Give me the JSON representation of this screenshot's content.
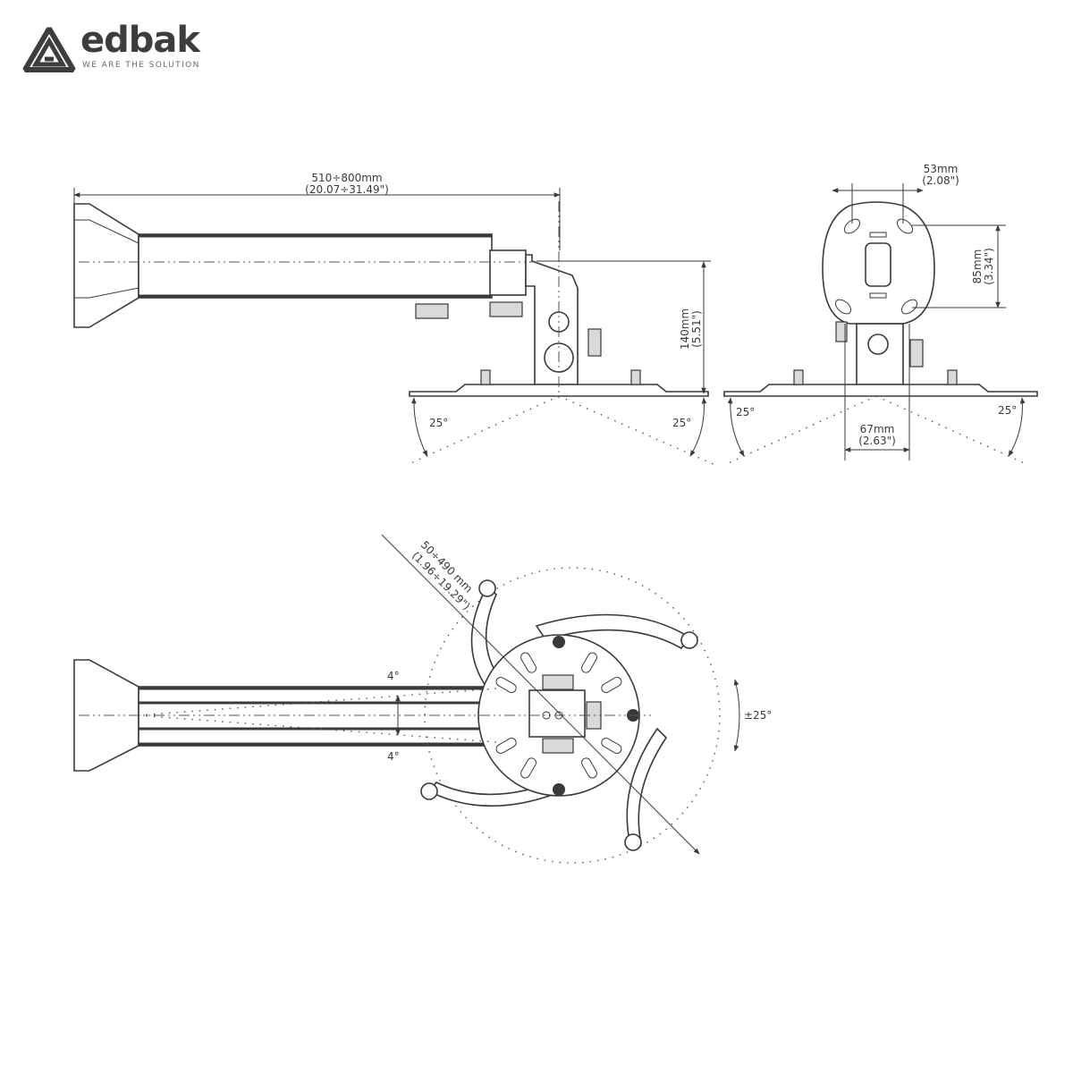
{
  "brand": {
    "name": "edbak",
    "tagline": "WE ARE THE SOLUTION",
    "color": "#3d3d3f"
  },
  "side_view": {
    "arm_length_mm": "510÷800mm",
    "arm_length_in": "(20.07÷31.49\")",
    "height_mm": "140mm",
    "height_in": "(5.51\")",
    "tilt_left": "25°",
    "tilt_right": "25°"
  },
  "front_view": {
    "width_mm": "53mm",
    "width_in": "(2.08\")",
    "height_mm": "85mm",
    "height_in": "(3.34\")",
    "base_width_mm": "67mm",
    "base_width_in": "(2.63\")",
    "tilt_left": "25°",
    "tilt_right": "25°"
  },
  "top_view": {
    "radius_mm": "50÷490 mm",
    "radius_in": "(1.96÷19.29\")",
    "angle_top": "4°",
    "angle_bottom": "4°",
    "rotation": "±25°"
  },
  "colors": {
    "line": "#3a3a3a",
    "background": "#ffffff"
  }
}
